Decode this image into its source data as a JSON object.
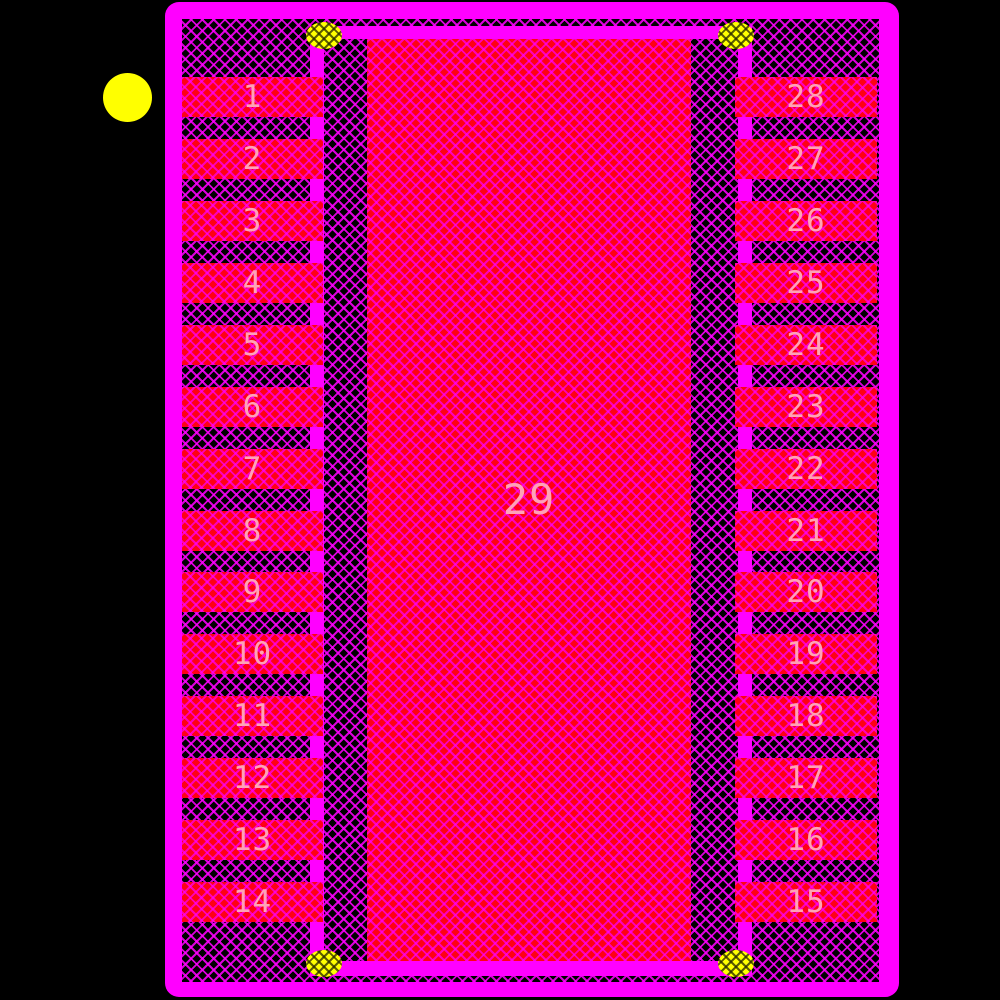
{
  "footprint": {
    "left_pads": [
      "1",
      "2",
      "3",
      "4",
      "5",
      "6",
      "7",
      "8",
      "9",
      "10",
      "11",
      "12",
      "13",
      "14"
    ],
    "right_pads": [
      "28",
      "27",
      "26",
      "25",
      "24",
      "23",
      "22",
      "21",
      "20",
      "19",
      "18",
      "17",
      "16",
      "15"
    ],
    "thermal_pad_label": "29"
  },
  "colors": {
    "background": "#000000",
    "courtyard_outline": "#ff00ff",
    "silkscreen": "#ff00ff",
    "pad_fill": "#ff0013",
    "hatch_line": "#ff00ff",
    "package_body_fill": "#000000",
    "pad_number_text": "#ffa2b6",
    "pin1_marker": "#ffff00",
    "corner_marker": "#ffff00"
  },
  "icons": {
    "pin1_marker": "solid-yellow-circle",
    "corner_marker": "hatched-yellow-ellipse"
  }
}
